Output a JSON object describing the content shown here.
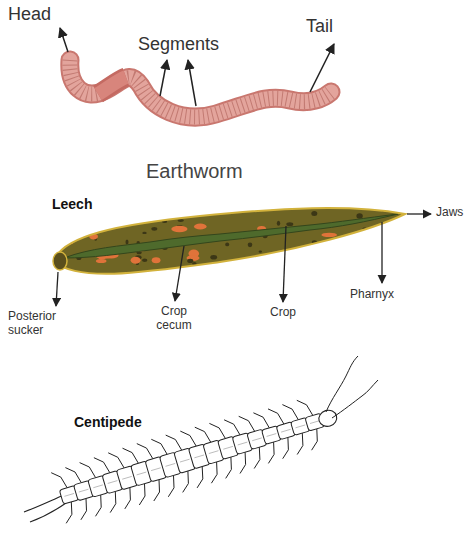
{
  "diagram": {
    "labels": [
      "Head",
      "Segments",
      "Tail",
      "Earthworm",
      "Leech",
      "Jaws",
      "Pharnyx",
      "Crop",
      "Crop cecum",
      "Posterior sucker",
      "Centipede"
    ]
  }
}
